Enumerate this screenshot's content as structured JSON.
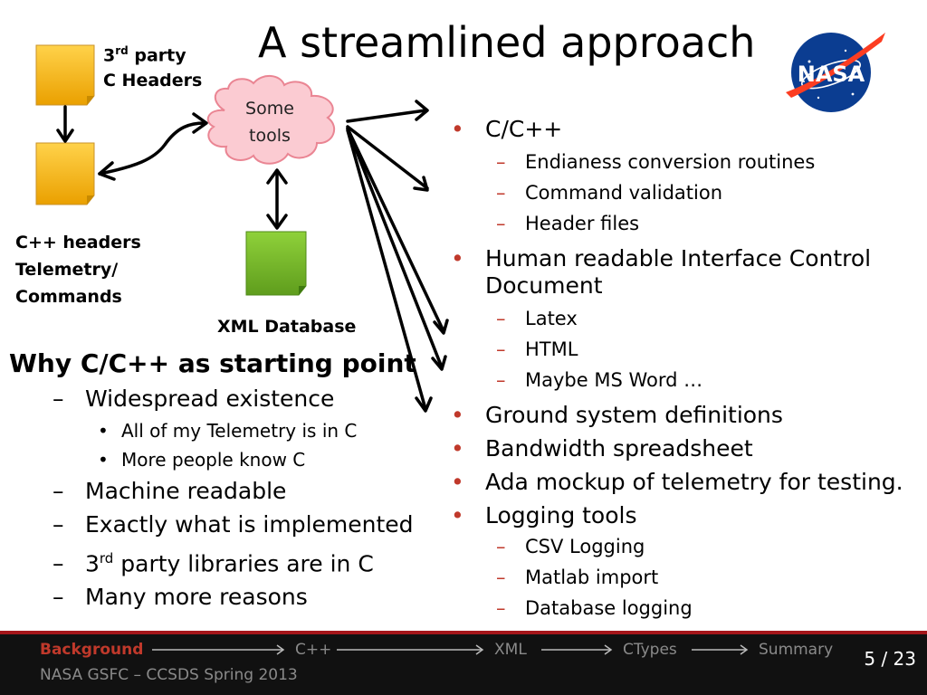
{
  "slide": {
    "title": "A streamlined approach"
  },
  "diagram": {
    "third_party_line1_main": "3",
    "third_party_line1_sup": "rd",
    "third_party_line1_rest": " party",
    "third_party_line2": "C Headers",
    "cloud_line1": "Some",
    "cloud_line2": "tools",
    "cpp_line1": "C++ headers",
    "cpp_line2": "Telemetry/",
    "cpp_line3": "Commands",
    "xml_label": "XML Database",
    "colors": {
      "header_doc": "#f4b400",
      "xml_doc": "#7cbb2a",
      "cloud": "#fbcbd2"
    }
  },
  "left": {
    "heading": "Why C/C++ as starting point",
    "dash": "–",
    "bullet": "•",
    "items": [
      {
        "text": "Widespread existence",
        "subitems": [
          "All of my Telemetry is in C",
          "More people know C"
        ]
      },
      {
        "text": "Machine readable"
      },
      {
        "text": "Exactly what is implemented"
      },
      {
        "text_main": "3",
        "text_sup": "rd",
        "text_rest": " party libraries are in C"
      },
      {
        "text": "Many more reasons"
      }
    ]
  },
  "right": {
    "bullet": "•",
    "dash": "–",
    "items": [
      {
        "text": "C/C++",
        "subitems": [
          "Endianess conversion routines",
          "Command validation",
          "Header files"
        ]
      },
      {
        "text": "Human readable Interface Control Document",
        "subitems": [
          "Latex",
          "HTML",
          "Maybe MS Word …"
        ]
      },
      {
        "text": "Ground system definitions"
      },
      {
        "text": "Bandwidth spreadsheet"
      },
      {
        "text": "Ada mockup of telemetry for testing."
      },
      {
        "text": "Logging tools",
        "subitems": [
          "CSV Logging",
          "Matlab import",
          "Database logging"
        ]
      }
    ]
  },
  "footer": {
    "nav": [
      "Background",
      "C++",
      "XML",
      "CTypes",
      "Summary"
    ],
    "active_index": 0,
    "subtitle": "NASA GSFC – CCSDS Spring 2013",
    "page": "5 / 23",
    "colors": {
      "accent": "#a4161a",
      "active": "#c0392b",
      "inactive": "#8a8a8a"
    }
  },
  "logo": {
    "icon": "nasa-meatball-logo",
    "text": "NASA"
  }
}
